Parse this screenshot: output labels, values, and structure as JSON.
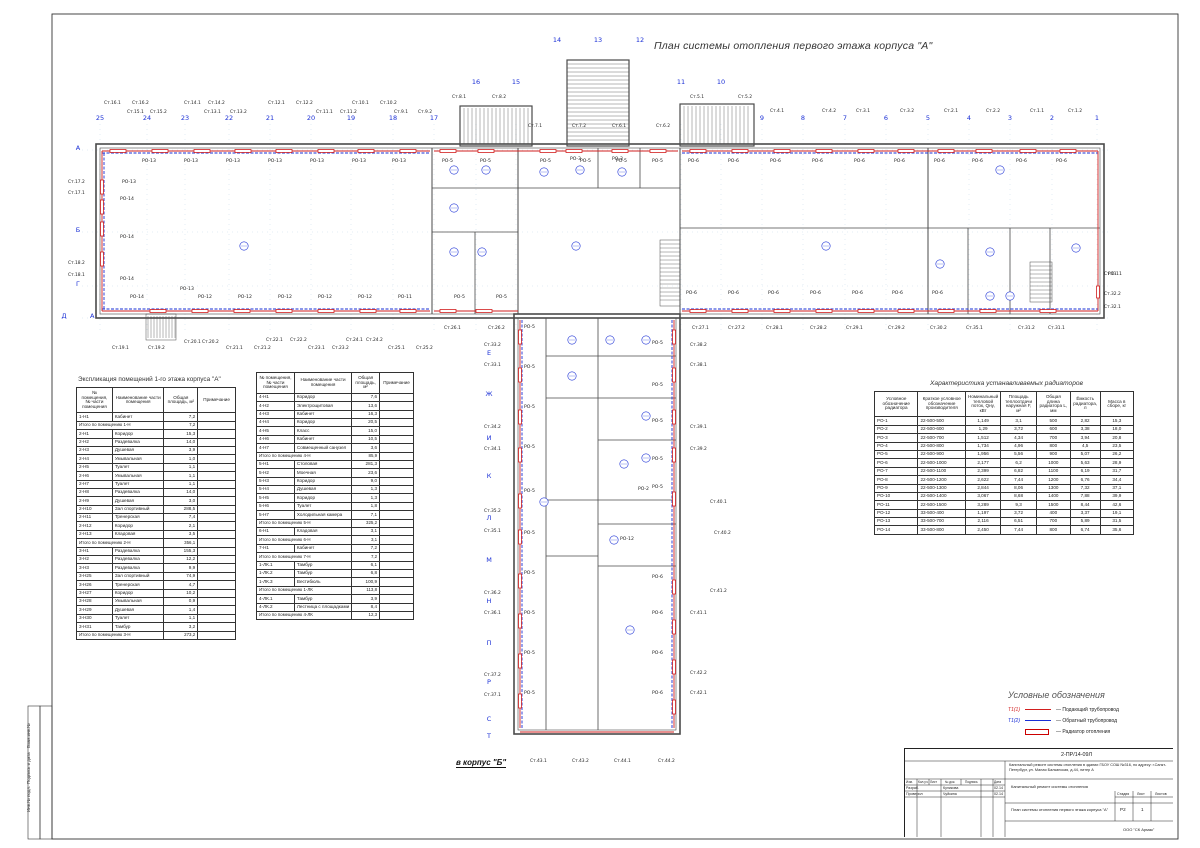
{
  "drawing": {
    "title": "План системы отопления первого этажа корпуса \"А\"",
    "to_block_b": "в корпус \"Б\""
  },
  "axes": {
    "horizontal_top": [
      "25",
      "24",
      "23",
      "22",
      "21",
      "20",
      "19",
      "18",
      "17",
      "16",
      "15",
      "11",
      "10",
      "9",
      "8",
      "7",
      "6",
      "5",
      "4",
      "3",
      "2",
      "1"
    ],
    "top_center": [
      "14",
      "13",
      "12"
    ],
    "vertical_left": [
      "А",
      "Б",
      "Г",
      "Д"
    ],
    "vertical_wing": [
      "Е",
      "Ж",
      "И",
      "К",
      "Л",
      "М",
      "Н",
      "П",
      "Р",
      "С",
      "Т"
    ]
  },
  "risers_top": [
    "Ст.16.1",
    "Ст.16.2",
    "Ст.15.1",
    "Ст.15.2",
    "Ст.14.1",
    "Ст.14.2",
    "Ст.13.1",
    "Ст.13.2",
    "Ст.12.1",
    "Ст.12.2",
    "Ст.11.1",
    "Ст.11.2",
    "Ст.10.1",
    "Ст.10.2",
    "Ст.9.1",
    "Ст.9.2",
    "Ст.8.1",
    "Ст.8.2",
    "Ст.7.1",
    "Ст.7.2",
    "Ст.6.1",
    "Ст.6.2",
    "Ст.5.1",
    "Ст.5.2",
    "Ст.4.1",
    "Ст.4.2",
    "Ст.3.1",
    "Ст.3.2",
    "Ст.2.1",
    "Ст.2.2",
    "Ст.1.1",
    "Ст.1.2"
  ],
  "risers_bottom": [
    "Ст.19.1",
    "Ст.19.2",
    "Ст.20.1",
    "Ст.20.2",
    "Ст.21.1",
    "Ст.21.2",
    "Ст.22.1",
    "Ст.22.2",
    "Ст.23.1",
    "Ст.23.2",
    "Ст.24.1",
    "Ст.24.2",
    "Ст.25.1",
    "Ст.25.2",
    "Ст.26.1",
    "Ст.26.2",
    "Ст.27.1",
    "Ст.27.2",
    "Ст.28.1",
    "Ст.28.2",
    "Ст.29.1",
    "Ст.29.2",
    "Ст.30.2",
    "Ст.35.1",
    "Ст.31.2",
    "Ст.31.1",
    "Ст.32.2",
    "Ст.32.1",
    "Ст.17.2",
    "Ст.17.1",
    "Ст.18.2",
    "Ст.18.1",
    "Ст.11"
  ],
  "risers_wing": [
    "Ст.33.2",
    "Ст.33.1",
    "Ст.34.2",
    "Ст.34.1",
    "Ст.35.2",
    "Ст.35.1",
    "Ст.36.2",
    "Ст.36.1",
    "Ст.37.2",
    "Ст.37.1",
    "Ст.38.2",
    "Ст.38.1",
    "Ст.39.1",
    "Ст.39.2",
    "Ст.40.1",
    "Ст.40.2",
    "Ст.41.2",
    "Ст.41.1",
    "Ст.42.2",
    "Ст.42.1",
    "Ст.43.1",
    "Ст.43.2",
    "Ст.44.1",
    "Ст.44.2"
  ],
  "radiator_labels": [
    "РО-13",
    "РО-14",
    "РО-12",
    "РО-11",
    "РО-6",
    "РО-5",
    "РО-4",
    "РО-3",
    "РО-2",
    "РО-7"
  ],
  "explication": {
    "title": "Экспликация помещений 1-го этажа корпуса \"А\"",
    "headers": [
      "№ помещения, № части помещения",
      "Наименование части помещения",
      "Общая площадь, м²",
      "Примечание"
    ],
    "rows": [
      [
        "1-Н1",
        "Кабинет",
        "7,2",
        ""
      ],
      [
        "Итого по помещению 1-Н",
        "",
        "7,2",
        ""
      ],
      [
        "2-Н1",
        "Коридор",
        "15,3",
        ""
      ],
      [
        "2-Н2",
        "Раздевалка",
        "14,0",
        ""
      ],
      [
        "2-Н3",
        "Душевая",
        "3,9",
        ""
      ],
      [
        "2-Н4",
        "Умывальная",
        "1,0",
        ""
      ],
      [
        "2-Н5",
        "Туалет",
        "1,1",
        ""
      ],
      [
        "2-Н6",
        "Умывальная",
        "1,1",
        ""
      ],
      [
        "2-Н7",
        "Туалет",
        "1,1",
        ""
      ],
      [
        "2-Н8",
        "Раздевалка",
        "14,0",
        ""
      ],
      [
        "2-Н9",
        "Душевая",
        "3,0",
        ""
      ],
      [
        "2-Н10",
        "Зал спортивный",
        "288,5",
        ""
      ],
      [
        "2-Н11",
        "Тренерская",
        "7,4",
        ""
      ],
      [
        "2-Н12",
        "Коридор",
        "2,1",
        ""
      ],
      [
        "2-Н13",
        "Кладовая",
        "3,5",
        ""
      ],
      [
        "Итого по помещению 2-Н",
        "",
        "356,1",
        ""
      ],
      [
        "3-Н1",
        "Раздевалка",
        "155,3",
        ""
      ],
      [
        "3-Н2",
        "Раздевалка",
        "12,2",
        ""
      ],
      [
        "3-Н3",
        "Раздевалка",
        "9,9",
        ""
      ],
      [
        "3-Н25",
        "Зал спортивный",
        "74,9",
        ""
      ],
      [
        "3-Н26",
        "Тренерская",
        "4,7",
        ""
      ],
      [
        "3-Н27",
        "Коридор",
        "10,2",
        ""
      ],
      [
        "3-Н28",
        "Умывальная",
        "0,9",
        ""
      ],
      [
        "3-Н29",
        "Душевая",
        "1,4",
        ""
      ],
      [
        "3-Н30",
        "Туалет",
        "1,1",
        ""
      ],
      [
        "3-Н31",
        "Тамбур",
        "3,2",
        ""
      ],
      [
        "Итого по помещению 3-Н",
        "",
        "273,2",
        ""
      ]
    ]
  },
  "explication2": {
    "headers": [
      "№ помещения, № части помещения",
      "Наименование части помещения",
      "Общая площадь, м²",
      "Примечание"
    ],
    "rows": [
      [
        "4-Н1",
        "Коридор",
        "7,6",
        ""
      ],
      [
        "4-Н2",
        "Электрощитовая",
        "13,6",
        ""
      ],
      [
        "4-Н3",
        "Кабинет",
        "16,3",
        ""
      ],
      [
        "4-Н4",
        "Коридор",
        "20,5",
        ""
      ],
      [
        "4-Н5",
        "Класс",
        "15,0",
        ""
      ],
      [
        "4-Н6",
        "Кабинет",
        "10,5",
        ""
      ],
      [
        "4-Н7",
        "Совмещенный санузел",
        "3,6",
        ""
      ],
      [
        "Итого по помещению 4-Н",
        "",
        "85,9",
        ""
      ],
      [
        "5-Н1",
        "Столовая",
        "281,3",
        ""
      ],
      [
        "5-Н2",
        "Моечная",
        "23,6",
        ""
      ],
      [
        "5-Н3",
        "Коридор",
        "9,0",
        ""
      ],
      [
        "5-Н4",
        "Душевая",
        "1,3",
        ""
      ],
      [
        "5-Н5",
        "Коридор",
        "1,3",
        ""
      ],
      [
        "5-Н6",
        "Туалет",
        "1,8",
        ""
      ],
      [
        "5-Н7",
        "Холодильная камера",
        "7,1",
        ""
      ],
      [
        "Итого по помещению 5-Н",
        "",
        "325,2",
        ""
      ],
      [
        "6-Н1",
        "Кладовая",
        "3,1",
        ""
      ],
      [
        "Итого по помещению 6-Н",
        "",
        "3,1",
        ""
      ],
      [
        "7-Н1",
        "Кабинет",
        "7,2",
        ""
      ],
      [
        "Итого по помещению 7-Н",
        "",
        "7,2",
        ""
      ],
      [
        "1-ЛК.1",
        "Тамбур",
        "6,1",
        ""
      ],
      [
        "1-ЛК.2",
        "Тамбур",
        "6,8",
        ""
      ],
      [
        "1-ЛК.3",
        "Вестибюль",
        "100,9",
        ""
      ],
      [
        "Итого по помещению 1-ЛК",
        "",
        "113,8",
        ""
      ],
      [
        "4-ЛК.1",
        "Тамбур",
        "3,9",
        ""
      ],
      [
        "4-ЛК.2",
        "Лестница с площадками",
        "8,4",
        ""
      ],
      [
        "Итого по помещению 4-ЛК",
        "",
        "12,3",
        ""
      ]
    ]
  },
  "radiators": {
    "title": "Характеристика устанавливаемых радиаторов",
    "headers": [
      "Условное обозначение радиатора",
      "Краткое условное обозначение производителя",
      "Номинальный тепловой поток, Qну, кВт",
      "Площадь теплоотдачи наружная F, м²",
      "Общая длина радиатора L, мм",
      "Ёмкость радиатора, л",
      "Масса в сборе, кг"
    ],
    "rows": [
      [
        "РО-1",
        "22-500-500",
        "1,149",
        "3,1",
        "500",
        "2,82",
        "15,3"
      ],
      [
        "РО-2",
        "22-500-600",
        "1,29",
        "3,72",
        "600",
        "3,38",
        "18,0"
      ],
      [
        "РО-3",
        "22-500-700",
        "1,512",
        "4,34",
        "700",
        "3,94",
        "20,8"
      ],
      [
        "РО-4",
        "22-500-800",
        "1,734",
        "4,96",
        "800",
        "4,5",
        "23,5"
      ],
      [
        "РО-5",
        "22-500-900",
        "1,956",
        "5,56",
        "900",
        "5,07",
        "26,2"
      ],
      [
        "РО-6",
        "22-500-1000",
        "2,177",
        "6,2",
        "1000",
        "5,63",
        "28,9"
      ],
      [
        "РО-7",
        "22-500-1100",
        "2,399",
        "6,82",
        "1100",
        "6,19",
        "31,7"
      ],
      [
        "РО-8",
        "22-500-1200",
        "2,622",
        "7,44",
        "1200",
        "6,76",
        "34,4"
      ],
      [
        "РО-9",
        "22-500-1300",
        "2,844",
        "8,06",
        "1300",
        "7,32",
        "37,1"
      ],
      [
        "РО-10",
        "22-500-1400",
        "3,067",
        "8,68",
        "1400",
        "7,88",
        "39,9"
      ],
      [
        "РО-11",
        "22-500-1500",
        "3,289",
        "9,3",
        "1500",
        "8,44",
        "42,6"
      ],
      [
        "РО-12",
        "33-500-400",
        "1,197",
        "3,72",
        "400",
        "3,37",
        "19,1"
      ],
      [
        "РО-13",
        "33-500-700",
        "2,116",
        "6,51",
        "700",
        "5,89",
        "31,5"
      ],
      [
        "РО-14",
        "33-500-800",
        "2,450",
        "7,44",
        "800",
        "6,74",
        "35,6"
      ]
    ]
  },
  "legend": {
    "title": "Условные обозначения",
    "items": [
      {
        "code": "Т1(1)",
        "label": "Подающий трубопровод",
        "color": "#d21f1f"
      },
      {
        "code": "Т1(2)",
        "label": "Обратный трубопровод",
        "color": "#1a2fd6"
      },
      {
        "code": "",
        "label": "Радиатор отопления",
        "color": "#d21f1f"
      }
    ]
  },
  "stamp": {
    "code": "2-ПР/14-09Л",
    "object": "Капитальный ремонт системы отопления в здании ГБОУ СОШ №316, по адресу: г.Санкт-Петербург, ул. Малая Балканская, д.44, литер А",
    "section": "Капитальный ремонт системы отопления",
    "sheet_title": "План системы отопления первого этажа корпуса \"А\"",
    "company": "ООО \"СК Армак\"",
    "col_headers": [
      "Изм.",
      "Кол.уч.",
      "Лист",
      "№ док.",
      "Подпись",
      "Дата"
    ],
    "roles": [
      "Разраб.",
      "Проверил"
    ],
    "names": [
      "Куликова",
      "Чуйкина"
    ],
    "dates": [
      "02.14",
      "02.14"
    ],
    "stage_headers": [
      "Стадия",
      "Лист",
      "Листов"
    ],
    "stage": "Р2",
    "sheet": "1",
    "side_labels": [
      "Инв.№ подл.",
      "Подпись и дата",
      "Взам.инв.№"
    ]
  },
  "colors": {
    "supply": "#d21f1f",
    "return": "#1a2fd6",
    "wall": "#4a4a4a",
    "grid": "#b9d4e6"
  }
}
